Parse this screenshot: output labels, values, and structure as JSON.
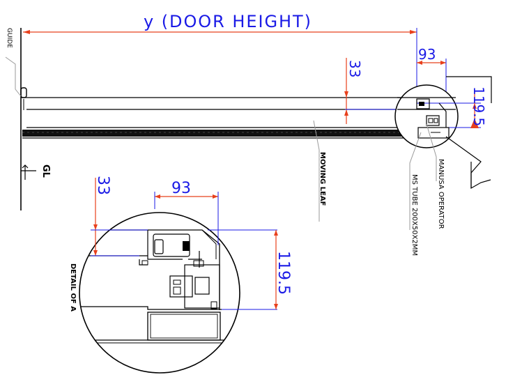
{
  "colors": {
    "ink": "#000000",
    "dimension_line": "#e8401c",
    "dimension_text": "#1a1ae6",
    "leader": "#9a9a9a"
  },
  "labels": {
    "door_height": "y  (DOOR  HEIGHT)",
    "guide": "GUIDE",
    "gl": "GL",
    "moving_leaf": "MOVING LEAF",
    "ms_tube": "MS TUBE 200X50X2MM",
    "manusa_operator": "MANUSA OPERATOR",
    "detail_of_a": "DETAIL OF A"
  },
  "dimensions": {
    "main_33": "33",
    "main_93": "93",
    "main_119_5": "119.5",
    "detail_33": "33",
    "detail_93": "93",
    "detail_119_5": "119.5"
  }
}
